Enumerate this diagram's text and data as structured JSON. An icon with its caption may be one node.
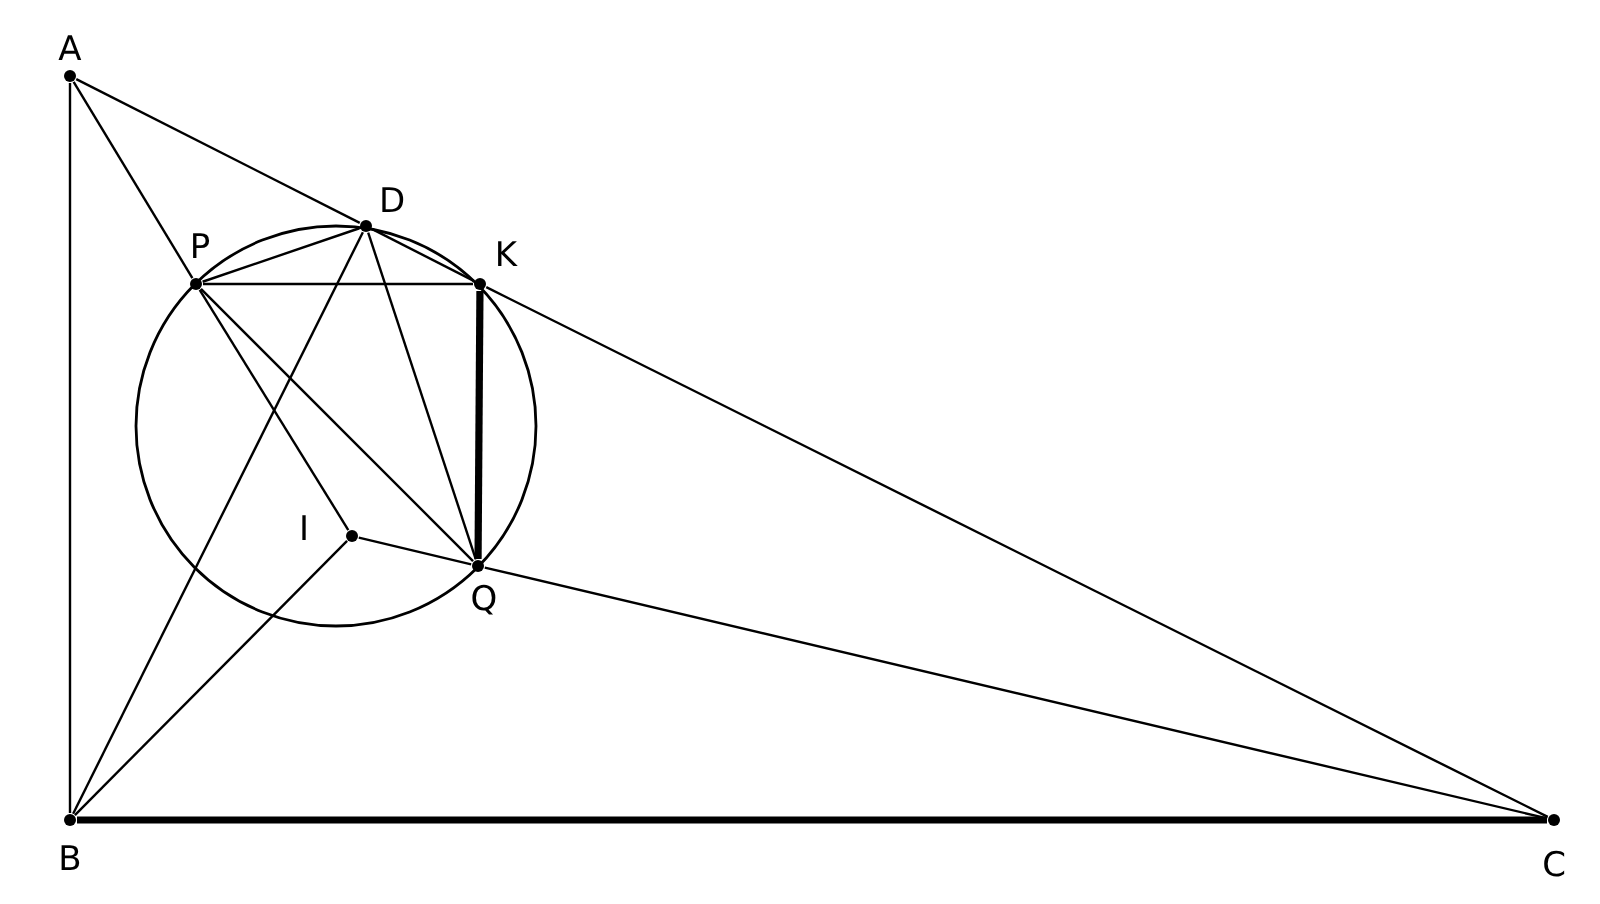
{
  "diagram": {
    "nodes": [
      {
        "text": [
          "A"
        ]
      },
      {
        "text": [
          "D"
        ]
      },
      {
        "text": [
          "P"
        ]
      },
      {
        "text": [
          "K"
        ]
      },
      {
        "text": [
          "I"
        ]
      },
      {
        "text": [
          "Q"
        ]
      },
      {
        "text": [
          "B"
        ]
      },
      {
        "text": [
          "C"
        ]
      }
    ],
    "edges": [
      {
        "from": 0,
        "to": 6,
        "arrow": "none"
      },
      {
        "from": 0,
        "to": 1,
        "arrow": "none"
      },
      {
        "from": 1,
        "to": 3,
        "arrow": "none"
      },
      {
        "from": 3,
        "to": 7,
        "arrow": "none"
      },
      {
        "from": 0,
        "to": 2,
        "arrow": "none"
      },
      {
        "from": 2,
        "to": 4,
        "arrow": "none"
      },
      {
        "from": 2,
        "to": 1,
        "arrow": "none"
      },
      {
        "from": 2,
        "to": 3,
        "arrow": "none"
      },
      {
        "from": 2,
        "to": 5,
        "arrow": "none"
      },
      {
        "from": 1,
        "to": 6,
        "arrow": "none"
      },
      {
        "from": 1,
        "to": 5,
        "arrow": "none"
      },
      {
        "from": 3,
        "to": 5,
        "arrow": "none",
        "style": "thick"
      },
      {
        "from": 4,
        "to": 5,
        "arrow": "none"
      },
      {
        "from": 5,
        "to": 7,
        "arrow": "none"
      },
      {
        "from": 6,
        "to": 4,
        "arrow": "none"
      },
      {
        "from": 6,
        "to": 7,
        "arrow": "none",
        "style": "thick"
      }
    ]
  }
}
